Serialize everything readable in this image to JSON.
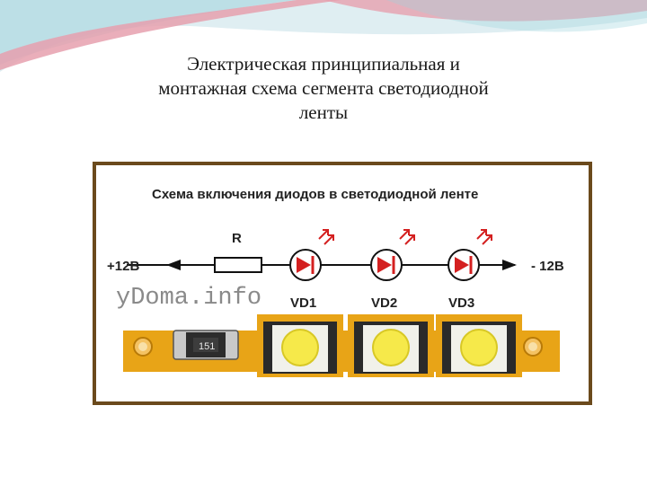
{
  "slide": {
    "title_lines": [
      "Электрическая принципиальная и",
      "монтажная схема сегмента светодиодной",
      "ленты"
    ]
  },
  "diagram": {
    "heading": "Схема включения диодов в светодиодной ленте",
    "resistor_label": "R",
    "plus_label": "+12В",
    "minus_label": "- 12В",
    "diode_labels": [
      "VD1",
      "VD2",
      "VD3"
    ],
    "watermark": "yDoma.info",
    "resistor_code": "151"
  },
  "colors": {
    "frame": "#6b4a1c",
    "strip": "#e8a417",
    "header_pink": "#e6a0ae",
    "header_teal": "#9fd3dc",
    "diode_red": "#d42020"
  }
}
